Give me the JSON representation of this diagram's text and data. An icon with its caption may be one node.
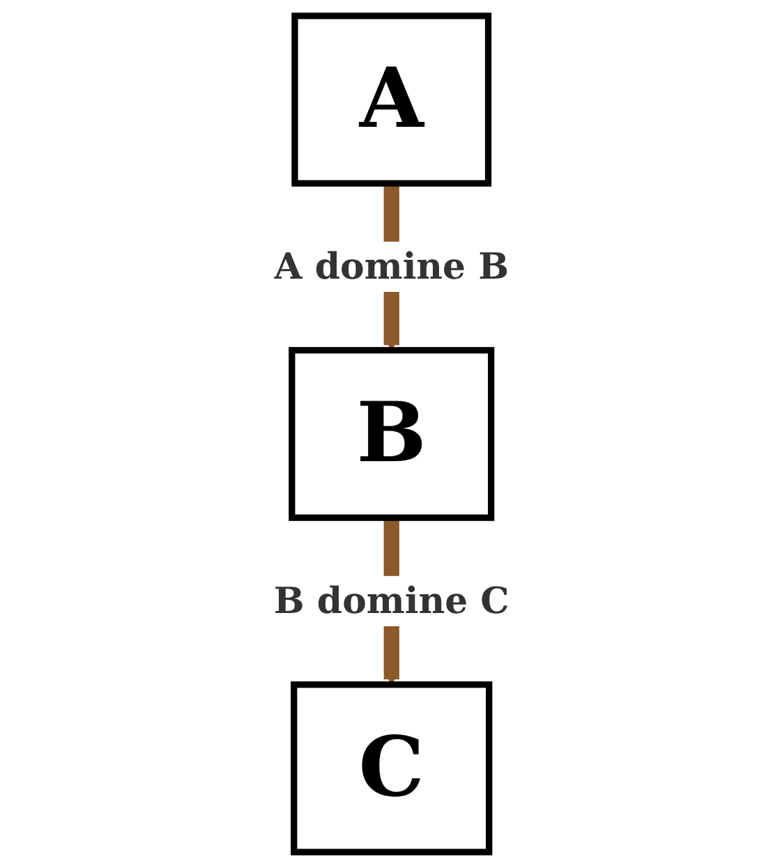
{
  "diagram": {
    "nodes": [
      {
        "text": [
          "A"
        ]
      },
      {
        "text": [
          "B"
        ]
      },
      {
        "text": [
          "C"
        ]
      }
    ],
    "edges": [
      {
        "from": 0,
        "to": 1,
        "arrow": "to",
        "label": "A domine B"
      },
      {
        "from": 1,
        "to": 2,
        "arrow": "to",
        "label": "B domine C"
      }
    ]
  }
}
